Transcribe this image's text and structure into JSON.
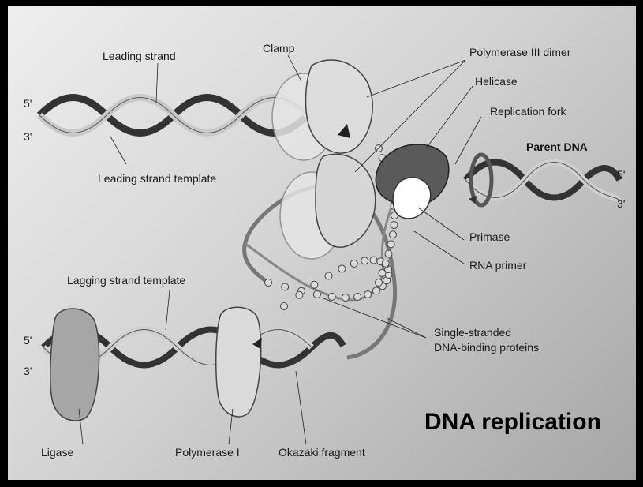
{
  "title": "DNA replication",
  "labels": {
    "leading_strand": "Leading strand",
    "clamp": "Clamp",
    "polymerase_iii": "Polymerase III dimer",
    "helicase": "Helicase",
    "replication_fork": "Replication fork",
    "parent_dna": "Parent DNA",
    "leading_template": "Leading strand template",
    "primase": "Primase",
    "rna_primer": "RNA primer",
    "lagging_template": "Lagging strand template",
    "ssb_line1": "Single-stranded",
    "ssb_line2": "DNA-binding proteins",
    "ligase": "Ligase",
    "polymerase_i": "Polymerase I",
    "okazaki": "Okazaki fragment",
    "left_top_5": "5'",
    "left_top_3": "3'",
    "right_5": "5'",
    "right_3": "3'",
    "left_bot_5": "5'",
    "left_bot_3": "3'"
  }
}
